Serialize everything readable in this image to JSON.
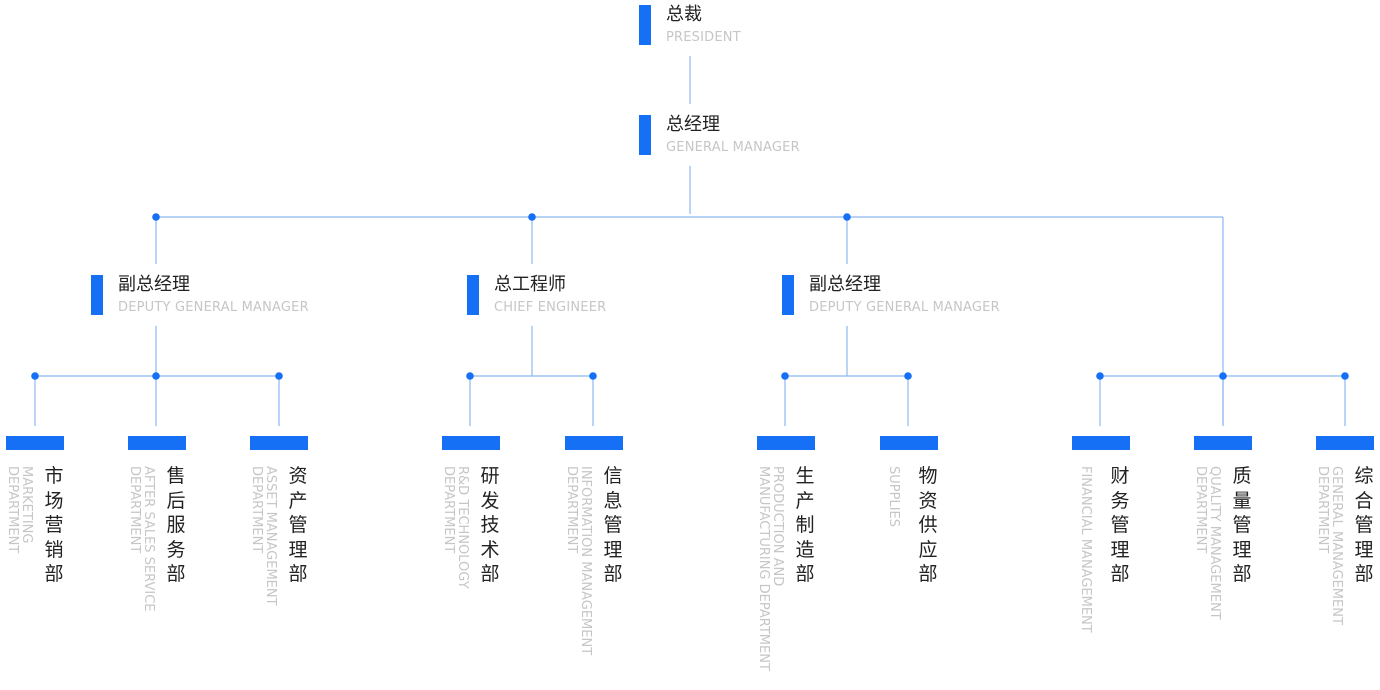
{
  "colors": {
    "accent": "#1670f5",
    "line": "#8eb6f0",
    "dot": "#1670f5",
    "cn_text": "#222222",
    "en_text": "#c6c6c6"
  },
  "president": {
    "cn": "总裁",
    "en": "PRESIDENT"
  },
  "general_manager": {
    "cn": "总经理",
    "en": "GENERAL MANAGER"
  },
  "branches": [
    {
      "cn": "副总经理",
      "en": "DEPUTY GENERAL MANAGER"
    },
    {
      "cn": "总工程师",
      "en": "CHIEF ENGINEER"
    },
    {
      "cn": "副总经理",
      "en": "DEPUTY GENERAL MANAGER"
    }
  ],
  "departments": [
    {
      "cn": "市场营销部",
      "en": "MARKETING\nDEPARTMENT"
    },
    {
      "cn": "售后服务部",
      "en": "AFTER SALES SERVICE\nDEPARTMENT"
    },
    {
      "cn": "资产管理部",
      "en": "ASSET MANAGEMENT\nDEPARTMENT"
    },
    {
      "cn": "研发技术部",
      "en": "R&D TECHNOLOGY\nDEPARTMENT"
    },
    {
      "cn": "信息管理部",
      "en": "INFORMATION MANAGEMENT\nDEPARTMENT"
    },
    {
      "cn": "生产制造部",
      "en": "PRODUCTION AND\nMANUFACTURING DEPARTMENT"
    },
    {
      "cn": "物资供应部",
      "en": "SUPPLIES"
    },
    {
      "cn": "财务管理部",
      "en": "FINANCIAL MANAGEMENT"
    },
    {
      "cn": "质量管理部",
      "en": "QUALITY MANAGEMENT\nDEPARTMENT"
    },
    {
      "cn": "综合管理部",
      "en": "GENERAL MANAGEMENT\nDEPARTMENT"
    }
  ]
}
